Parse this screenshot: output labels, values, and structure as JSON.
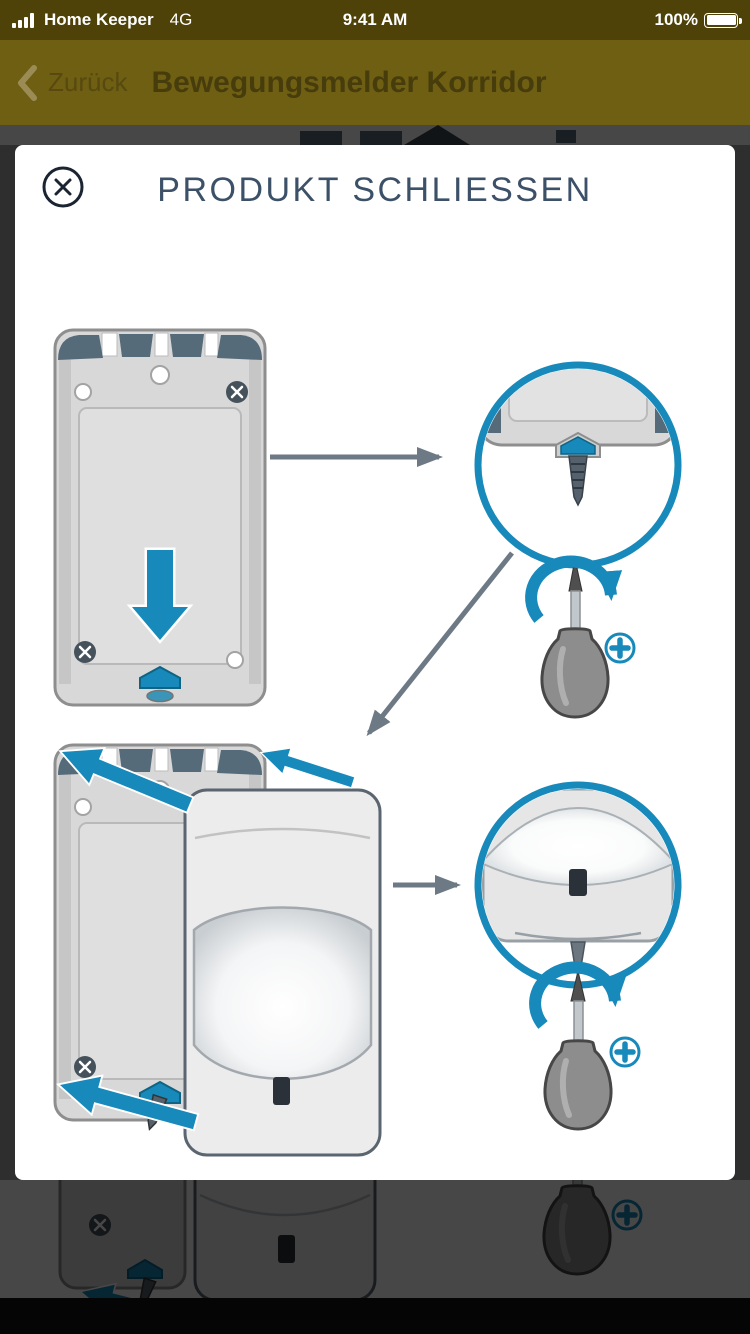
{
  "status_bar": {
    "carrier": "Home Keeper",
    "network": "4G",
    "time": "9:41 AM",
    "battery_percent": "100%"
  },
  "nav_bar": {
    "back_label": "Zurück",
    "title": "Bewegungsmelder Korridor"
  },
  "modal": {
    "title": "PRODUKT SCHLIESSEN"
  },
  "icons": {
    "close": "close-icon",
    "back": "chevron-left-icon",
    "signal": "cellular-signal-icon",
    "battery": "battery-icon",
    "phillips": "phillips-screw-icon",
    "rotation": "rotate-clockwise-arrow-icon"
  },
  "colors": {
    "accent_blue": "#1789ba",
    "slate_detail": "#566b7a",
    "modal_title_text": "#3c5168",
    "nav_background": "#6f5f13",
    "status_background": "#4e4209",
    "arrow_gray": "#6d7a85"
  }
}
